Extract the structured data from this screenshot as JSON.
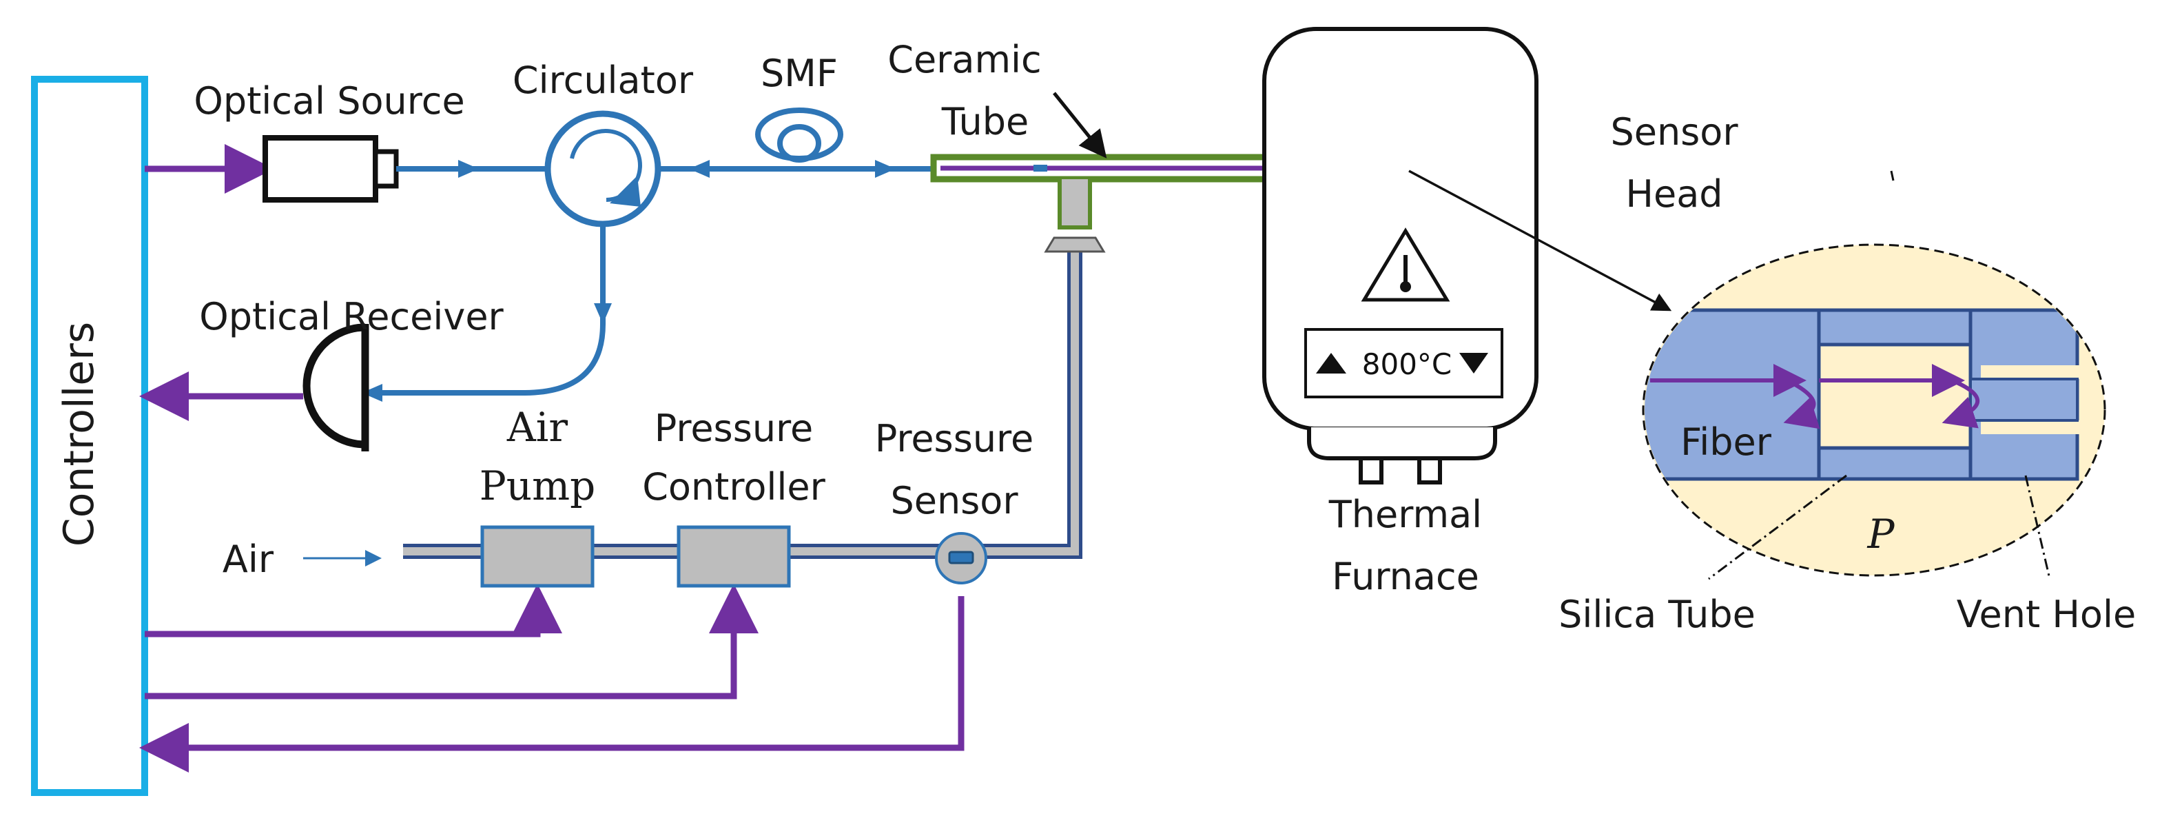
{
  "labels": {
    "controllers": "Controllers",
    "optical_source": "Optical Source",
    "circulator": "Circulator",
    "smf": "SMF",
    "ceramic_tube_1": "Ceramic",
    "ceramic_tube_2": "Tube",
    "optical_receiver": "Optical Receiver",
    "air_pump_1": "Air",
    "air_pump_2": "Pump",
    "pressure_controller_1": "Pressure",
    "pressure_controller_2": "Controller",
    "pressure_sensor_1": "Pressure",
    "pressure_sensor_2": "Sensor",
    "air": "Air",
    "thermal_furnace_1": "Thermal",
    "thermal_furnace_2": "Furnace",
    "temperature": "800°C",
    "sensor_head_1": "Sensor",
    "sensor_head_2": "Head",
    "fiber": "Fiber",
    "pressure_symbol": "P",
    "silica_tube": "Silica Tube",
    "vent_hole": "Vent Hole"
  },
  "colors": {
    "controllers_border": "#1aaee6",
    "signal_purple": "#7030a0",
    "optical_blue": "#2e75b6",
    "tube_green": "#5a8a2a",
    "air_line_gray": "#bfbfbf",
    "component_gray": "#bdbdbd",
    "sensor_blue": "#8faadc",
    "sensor_head_bg": "#fff2cc"
  },
  "icons": {
    "warning": "thermometer-warning-icon",
    "up": "triangle-up-icon",
    "down": "triangle-down-icon"
  }
}
